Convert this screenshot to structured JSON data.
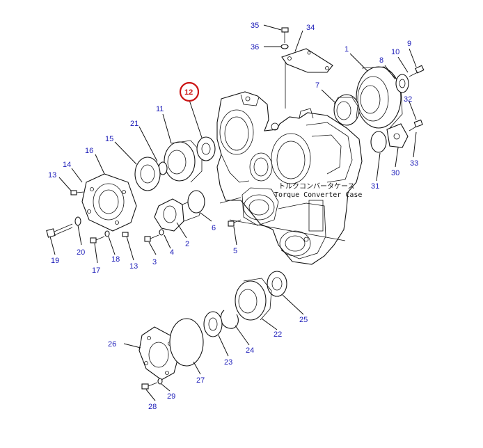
{
  "case_label": {
    "jp": "トルクコンバータケース",
    "en": "Torque Converter Case"
  },
  "highlight_color": "#cc1414",
  "number_color": "#1a1ab8",
  "callouts": [
    {
      "id": "n35",
      "text": "35"
    },
    {
      "id": "n34",
      "text": "34"
    },
    {
      "id": "n36",
      "text": "36"
    },
    {
      "id": "n1",
      "text": "1"
    },
    {
      "id": "n9",
      "text": "9"
    },
    {
      "id": "n10",
      "text": "10"
    },
    {
      "id": "n8",
      "text": "8"
    },
    {
      "id": "n12",
      "text": "12",
      "highlighted": true
    },
    {
      "id": "n7",
      "text": "7"
    },
    {
      "id": "n11",
      "text": "11"
    },
    {
      "id": "n32",
      "text": "32"
    },
    {
      "id": "n21",
      "text": "21"
    },
    {
      "id": "n15",
      "text": "15"
    },
    {
      "id": "n16",
      "text": "16"
    },
    {
      "id": "n14",
      "text": "14"
    },
    {
      "id": "n13a",
      "text": "13"
    },
    {
      "id": "n33",
      "text": "33"
    },
    {
      "id": "n30",
      "text": "30"
    },
    {
      "id": "n31",
      "text": "31"
    },
    {
      "id": "n6",
      "text": "6"
    },
    {
      "id": "n2",
      "text": "2"
    },
    {
      "id": "n4",
      "text": "4"
    },
    {
      "id": "n3",
      "text": "3"
    },
    {
      "id": "n5",
      "text": "5"
    },
    {
      "id": "n19",
      "text": "19"
    },
    {
      "id": "n20",
      "text": "20"
    },
    {
      "id": "n18",
      "text": "18"
    },
    {
      "id": "n17",
      "text": "17"
    },
    {
      "id": "n13b",
      "text": "13"
    },
    {
      "id": "n25",
      "text": "25"
    },
    {
      "id": "n22",
      "text": "22"
    },
    {
      "id": "n24",
      "text": "24"
    },
    {
      "id": "n23",
      "text": "23"
    },
    {
      "id": "n26",
      "text": "26"
    },
    {
      "id": "n27",
      "text": "27"
    },
    {
      "id": "n28",
      "text": "28"
    },
    {
      "id": "n29",
      "text": "29"
    }
  ]
}
